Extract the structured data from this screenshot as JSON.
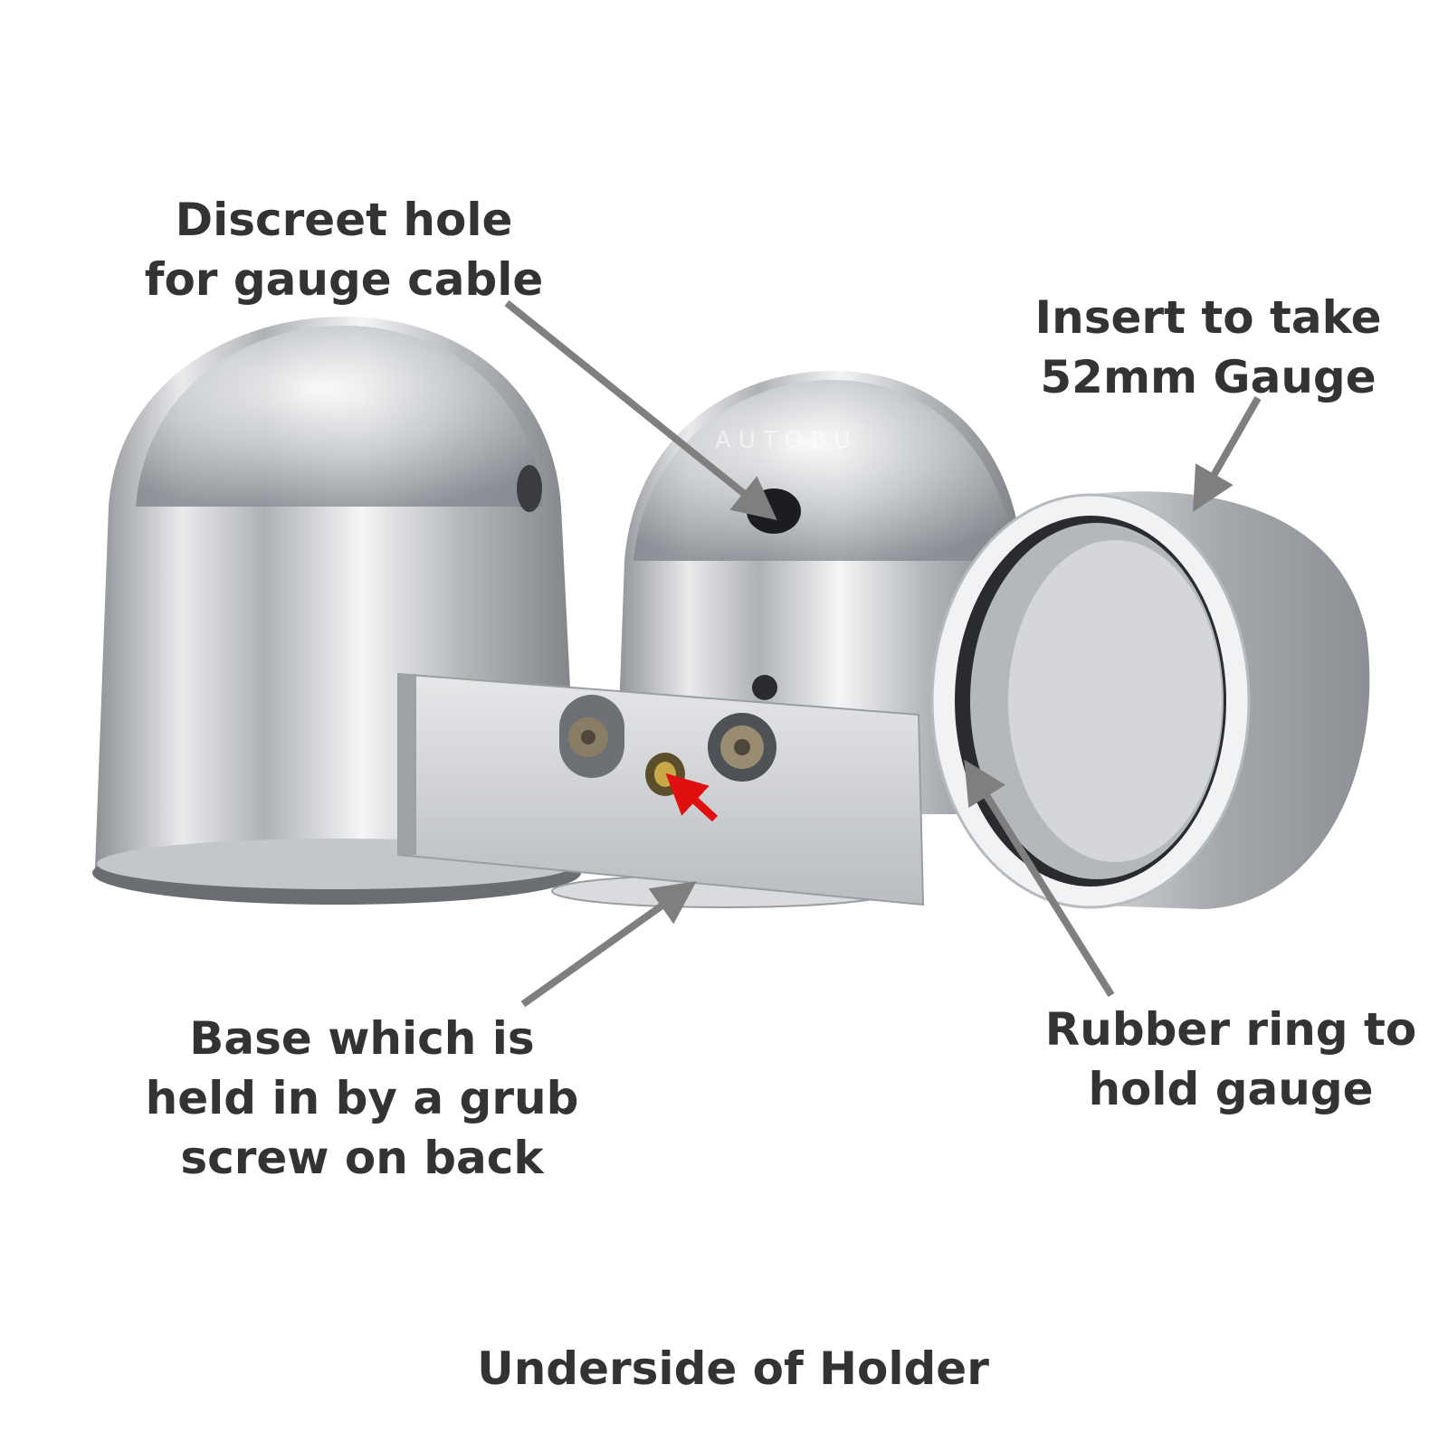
{
  "labels": {
    "cable_hole": {
      "line1": "Discreet hole",
      "line2": "for gauge cable"
    },
    "insert": {
      "line1": "Insert to take",
      "line2": "52mm Gauge"
    },
    "base": {
      "line1": "Base which is",
      "line2": "held in by a grub",
      "line3": "screw on back"
    },
    "rubber_ring": {
      "line1": "Rubber ring to",
      "line2": "hold gauge"
    }
  },
  "caption": "Underside of Holder",
  "watermark": "AUTOBU",
  "colors": {
    "text": "#333333",
    "arrow": "#7f7f7f",
    "highlight_arrow": "#e01010",
    "metal": "#c9ccd0"
  }
}
